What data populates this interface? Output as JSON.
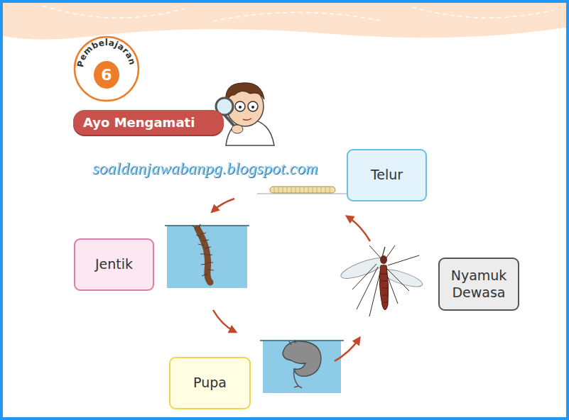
{
  "diagram": {
    "nodes": [
      {
        "text": [
          "Pembelajaran"
        ]
      },
      {
        "text": [
          "6"
        ],
        "in": 0
      },
      {
        "text": [
          "Ayo Mengamati"
        ]
      },
      {
        "text": [
          "Telur"
        ]
      },
      {
        "text": [
          "Jentik"
        ]
      },
      {
        "text": [
          "Nyamuk Dewasa"
        ]
      },
      {
        "text": [
          "Pupa"
        ]
      }
    ],
    "labels": [
      "soaldanjawabanpg.blogspot.com"
    ]
  }
}
